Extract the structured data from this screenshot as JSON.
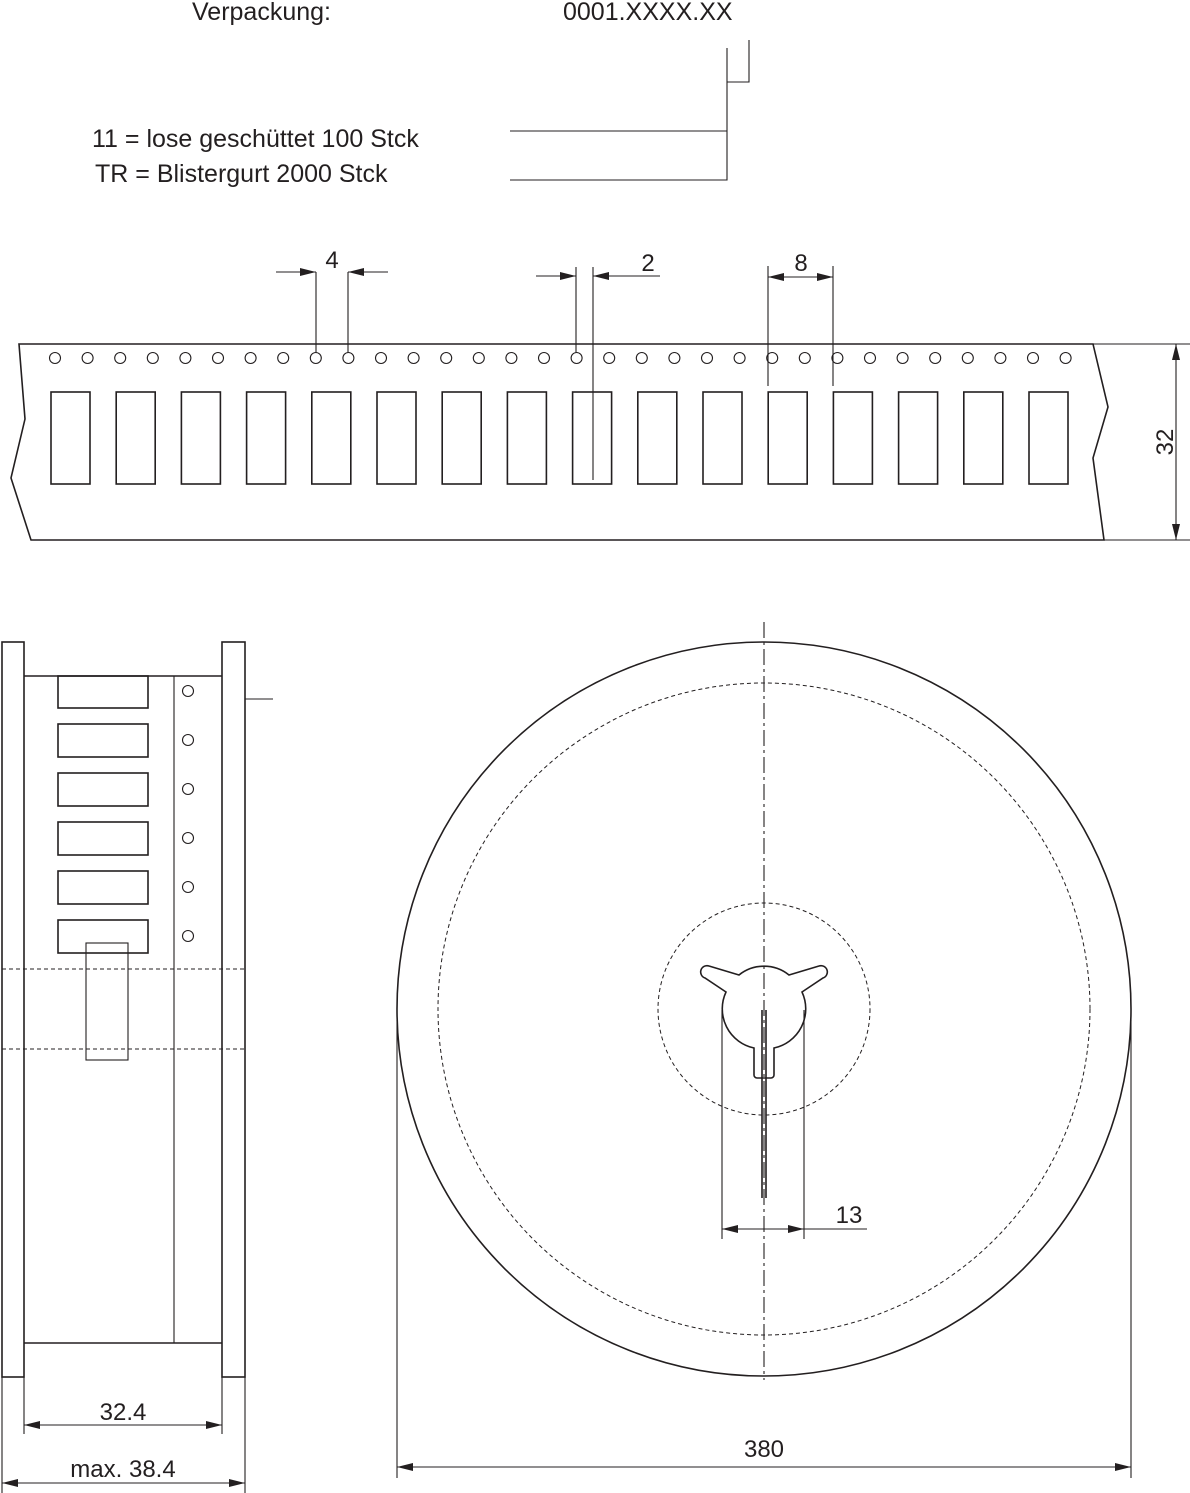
{
  "header": {
    "packaging_label": "Verpackung:",
    "part_number": "0001.XXXX.XX"
  },
  "legend": {
    "option_loose": "11 = lose geschüttet 100 Stck",
    "option_tape": "TR = Blistergurt 2000 Stck"
  },
  "dimensions": {
    "hole_pitch": "4",
    "hole_diameter": "2",
    "pocket_pitch": "8",
    "tape_width": "32",
    "reel_inner_width": "32.4",
    "reel_outer_width": "max. 38.4",
    "hub_bore": "13",
    "reel_diameter": "380"
  },
  "colors": {
    "line": "#231f20",
    "background": "#ffffff"
  }
}
